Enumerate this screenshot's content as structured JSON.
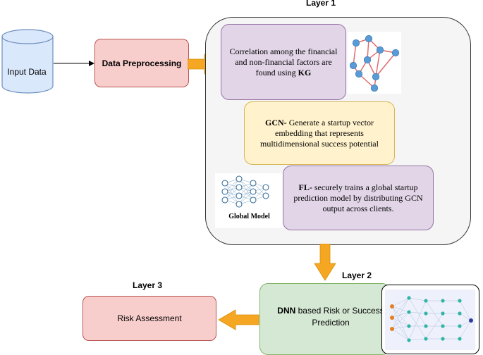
{
  "layers": {
    "layer1": "Layer 1",
    "layer2": "Layer 2",
    "layer3": "Layer 3"
  },
  "input": {
    "label": "Input Data"
  },
  "preprocessing": {
    "label": "Data Preprocessing"
  },
  "kg_box": {
    "line1": "Correlation among the financial",
    "line2_pre": "and non-financial factors are",
    "line3_pre": "found using ",
    "line3_bold": "KG"
  },
  "gcn_box": {
    "bold": "GCN-",
    "text1": " Generate a startup vector",
    "line2": "embedding that represents",
    "line3": "multidimensional success potential"
  },
  "fl_box": {
    "bold": "FL-",
    "text1": " securely trains a global startup",
    "line2": "prediction model by distributing GCN",
    "line3": "output across clients."
  },
  "global_model": {
    "label": "Global Model"
  },
  "dnn_box": {
    "bold": "DNN",
    "text1": " based Risk or Success",
    "line2": "Prediction"
  },
  "risk": {
    "label": "Risk Assessment"
  },
  "colors": {
    "input_fill": "#dae8fc",
    "input_stroke": "#6c8ebf",
    "arrow_orange": "#f5a623",
    "kg_node": "#5b9bd5",
    "kg_edge": "#e06666"
  }
}
